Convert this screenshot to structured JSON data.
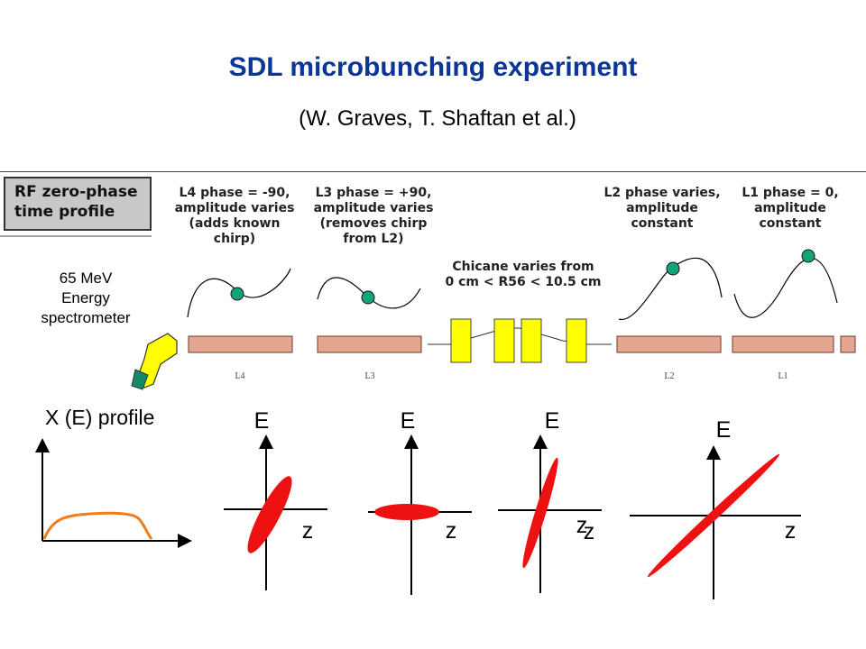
{
  "title": "SDL microbunching experiment",
  "subtitle": "(W. Graves, T. Shaftan et al.)",
  "diagram": {
    "rf_box": [
      "RF zero-phase",
      "time profile"
    ],
    "captions": {
      "l4": [
        "L4 phase = -90,",
        "amplitude varies",
        "(adds known",
        "chirp)"
      ],
      "l3": [
        "L3 phase = +90,",
        "amplitude varies",
        "(removes chirp",
        "from L2)"
      ],
      "chicane": [
        "Chicane varies from",
        "0 cm < R56 < 10.5 cm"
      ],
      "l2": [
        "L2 phase varies,",
        "amplitude",
        "constant"
      ],
      "l1": [
        "L1 phase = 0,",
        "amplitude",
        "constant"
      ]
    },
    "spectrometer": [
      "65 MeV",
      "Energy",
      "spectrometer"
    ],
    "linac_labels": {
      "l4": "L4",
      "l3": "L3",
      "l2": "L2",
      "l1": "L1"
    },
    "colors": {
      "linac": "#e3a590",
      "magnet": "#ffff00",
      "bunch": "#12a57c",
      "ellipse": "#ee1111",
      "profile": "#f07c1e",
      "title": "#0b3596"
    }
  },
  "phase_space": {
    "xprofile_label": "X (E) profile",
    "axis_e": "E",
    "axis_z": "z",
    "extra_z": "z"
  }
}
